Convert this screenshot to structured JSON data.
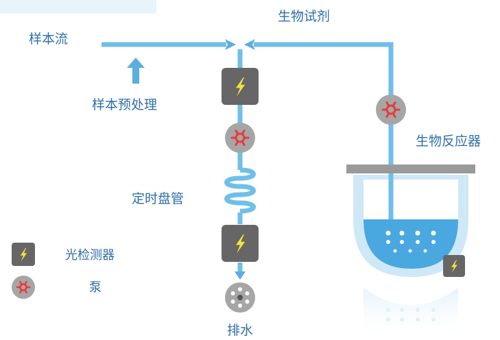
{
  "labels": {
    "sample_stream": "样本流",
    "sample_pretreatment": "样本预处理",
    "bio_reagent": "生物试剂",
    "bioreactor": "生物反应器",
    "timing_coil": "定时盘管",
    "drain": "排水"
  },
  "legend": {
    "detector_label": "光检测器",
    "pump_label": "泵"
  },
  "colors": {
    "pipe": "#6fbfe8",
    "arrow": "#5aaee0",
    "detector_box": "#666666",
    "lightning": "#f4e23a",
    "pump_circle": "#a6a6a6",
    "pump_star": "#e83a3a",
    "reactor_lid": "#9a9a9a",
    "reactor_liquid": "#4aa8e0",
    "reactor_shell": "#cfe8f7",
    "label_text": "#2f6fa8",
    "top_left_band": "#e8f4fb"
  },
  "icons": {
    "detector": "lightning-bolt-icon",
    "pump": "pump-star-icon",
    "drain": "drain-grate-icon"
  }
}
